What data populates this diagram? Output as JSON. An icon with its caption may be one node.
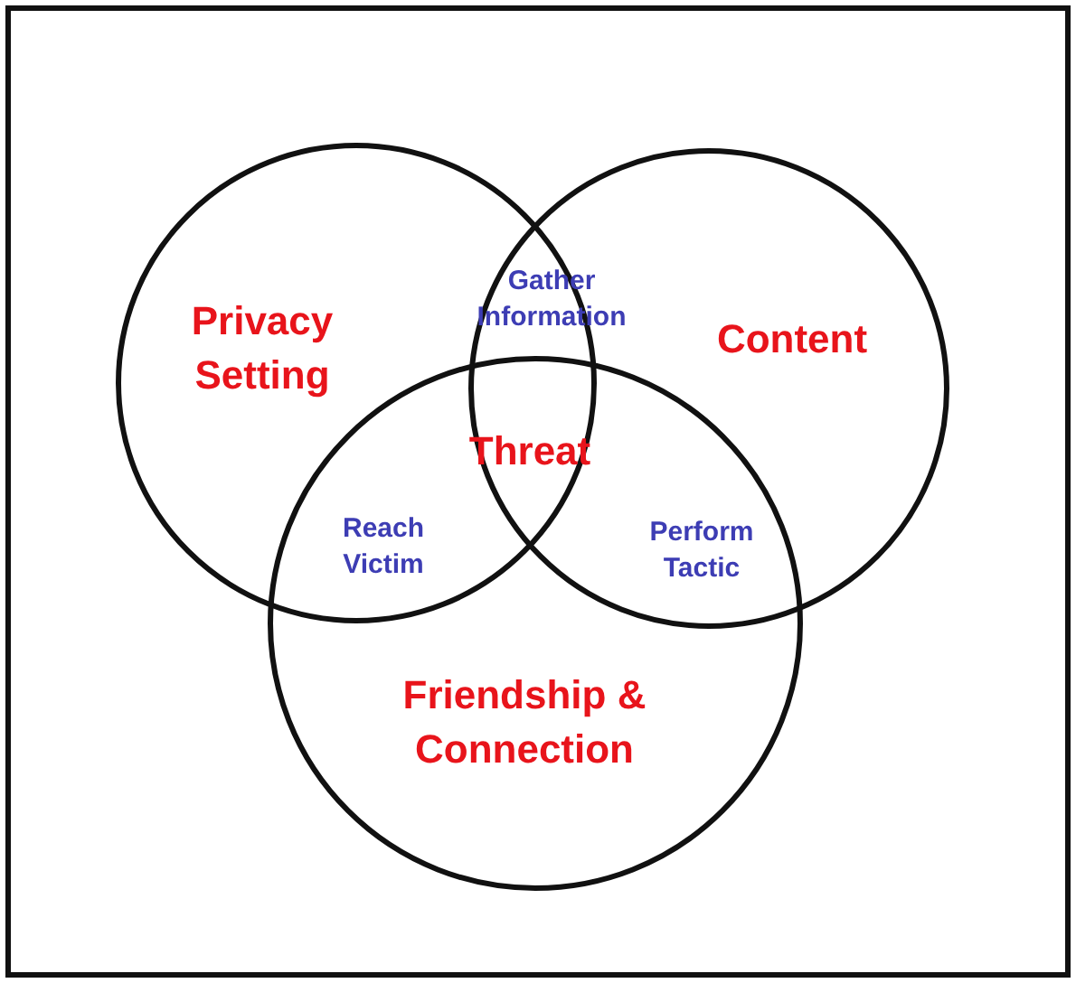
{
  "diagram": {
    "nodes": [
      {
        "text": [
          "Privacy Setting"
        ]
      },
      {
        "text": [
          "Content"
        ]
      },
      {
        "text": [
          "Friendship & Connection"
        ]
      }
    ],
    "edges": [],
    "labels": [
      "Gather Information",
      "Threat",
      "Reach Victim",
      "Perform Tactic"
    ]
  }
}
